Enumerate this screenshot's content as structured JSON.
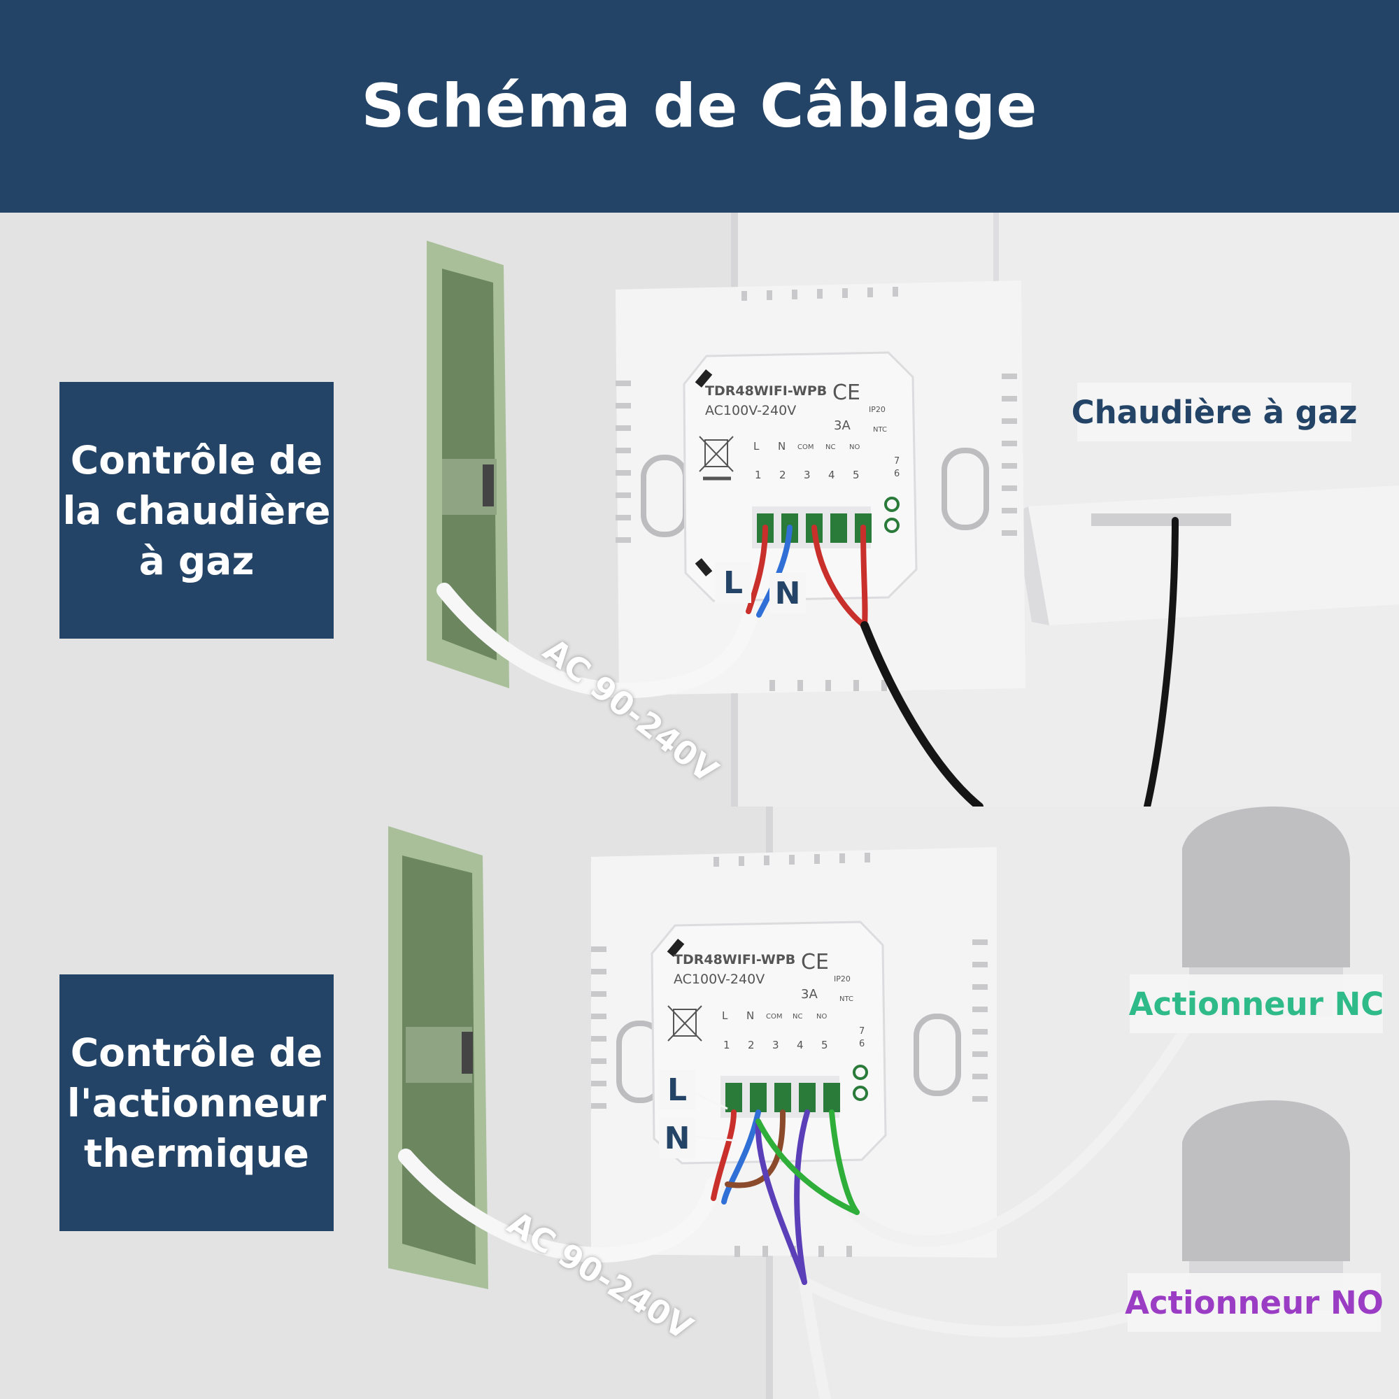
{
  "header": {
    "title": "Schéma de Câblage"
  },
  "panel_top": {
    "caption": "Contrôle de\nla chaudière\nà gaz",
    "device_tag": "Chaudière à gaz",
    "voltage": "AC 90-240V",
    "wire_labels": {
      "l": "L",
      "n": "N"
    },
    "device": {
      "model": "TDR48WIFI-WPB",
      "rating": "AC100V-240V",
      "current": "3A",
      "ip": "IP20",
      "ce": "CE",
      "ntc": "NTC",
      "terminal_labels": [
        "L",
        "N",
        "COM",
        "NC",
        "NO"
      ],
      "terminal_numbers": [
        "1",
        "2",
        "3",
        "4",
        "5"
      ],
      "ntc_numbers": [
        "7",
        "6"
      ]
    }
  },
  "panel_bottom": {
    "caption": "Contrôle de\nl'actionneur\nthermique",
    "tag_nc": "Actionneur NC",
    "tag_no": "Actionneur NO",
    "voltage": "AC 90-240V",
    "wire_labels": {
      "l": "L",
      "n": "N"
    },
    "device": {
      "model": "TDR48WIFI-WPB",
      "rating": "AC100V-240V",
      "current": "3A",
      "ip": "IP20",
      "ce": "CE",
      "ntc": "NTC",
      "terminal_labels": [
        "L",
        "N",
        "COM",
        "NC",
        "NO"
      ],
      "terminal_numbers": [
        "1",
        "2",
        "3",
        "4",
        "5"
      ],
      "ntc_numbers": [
        "7",
        "6"
      ]
    }
  },
  "colors": {
    "navy": "#234466",
    "nc_green": "#2fba8a",
    "no_purple": "#9b3cc4",
    "wire_red": "#c9302c",
    "wire_blue": "#2f6fd6",
    "wire_green": "#2fae3a",
    "wire_purple": "#5b3fb8",
    "wire_brown": "#8b4a2b",
    "back_box": "#a9bf9a"
  }
}
